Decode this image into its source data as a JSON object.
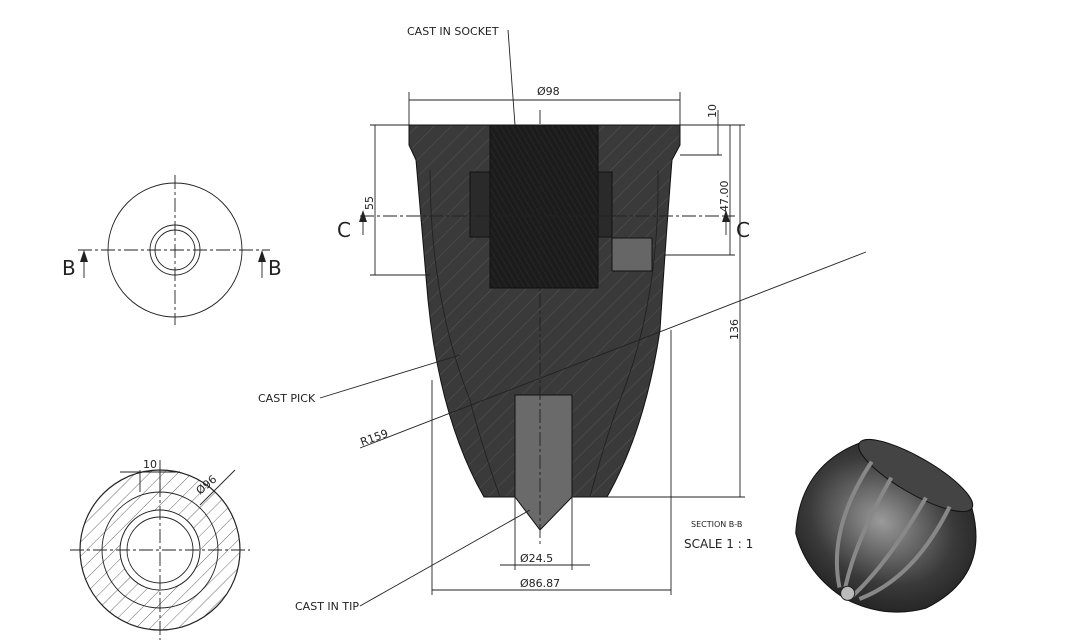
{
  "labels": {
    "cast_in_socket": "CAST IN SOCKET",
    "cast_pick": "CAST PICK",
    "radius": "R159",
    "cast_in_tip": "CAST IN TIP",
    "section_title": "SECTION B-B",
    "scale": "SCALE 1 : 1",
    "section_b_left": "B",
    "section_b_right": "B",
    "section_c_left": "C",
    "section_c_right": "C"
  },
  "dimensions": {
    "top_diameter": "Ø98",
    "flange_height": "10",
    "depth_55": "55",
    "depth_47": "47.00",
    "overall_height": "136",
    "tip_diameter": "Ø24.5",
    "body_diameter": "Ø86.87",
    "slot_width": "10",
    "end_diameter": "Ø96"
  },
  "colors": {
    "body": "#3a3a3a",
    "insert": "#1e1e1e",
    "tip": "#6a6a6a",
    "line": "#222222"
  }
}
